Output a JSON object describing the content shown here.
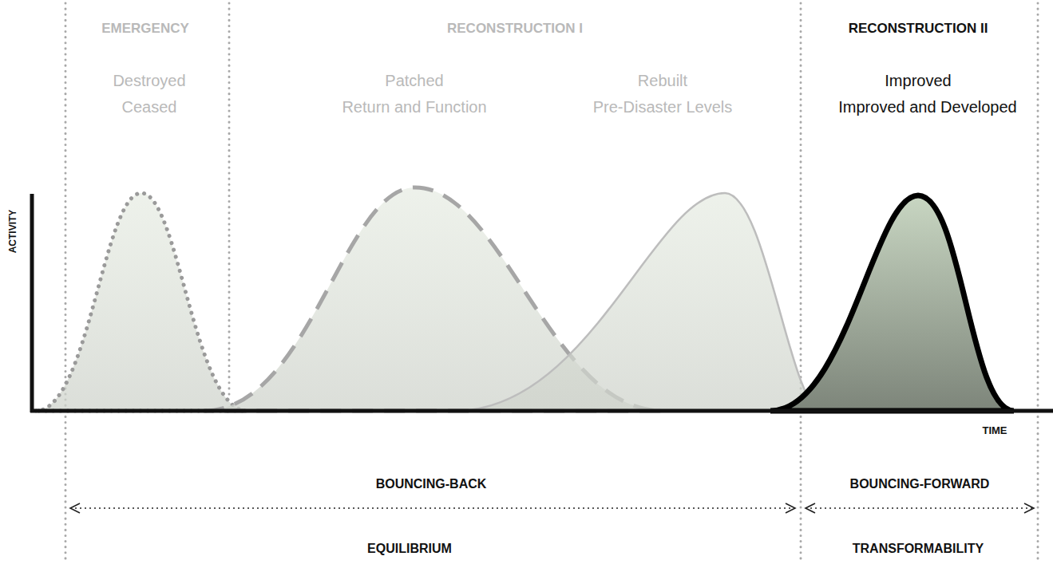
{
  "diagram": {
    "labels": [
      "EMERGENCY",
      "Destroyed",
      "Ceased",
      "RECONSTRUCTION I",
      "Patched",
      "Return and Function",
      "Rebuilt",
      "Pre-Disaster Levels",
      "RECONSTRUCTION II",
      "Improved",
      "Improved and Developed",
      "ACTIVITY",
      "TIME",
      "BOUNCING-BACK",
      "BOUNCING-FORWARD",
      "EQUILIBRIUM",
      "TRANSFORMABILITY"
    ]
  }
}
